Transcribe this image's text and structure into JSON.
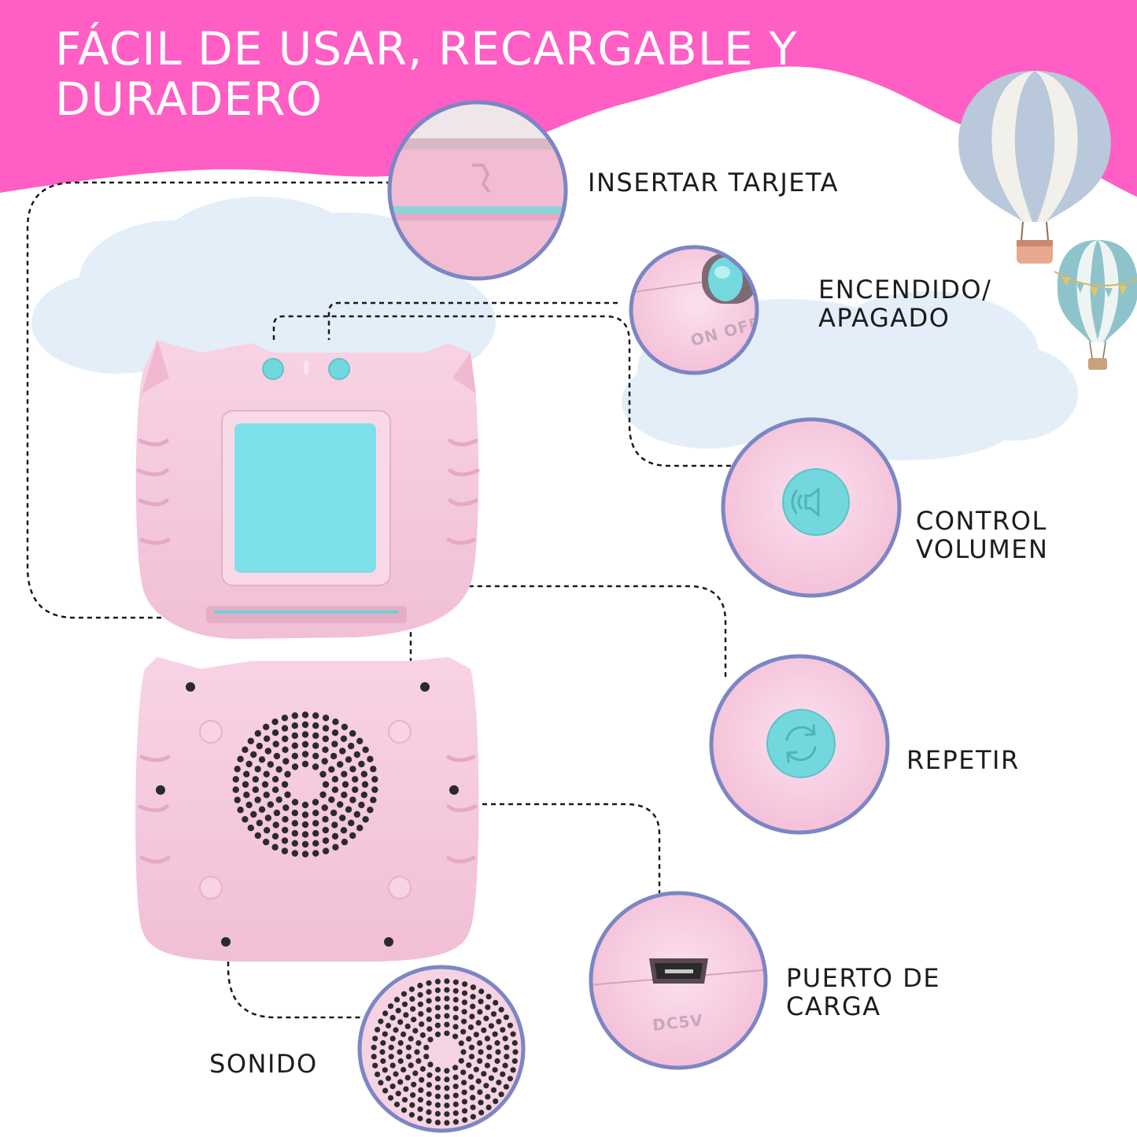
{
  "header": {
    "title_line1": "FÁCIL DE USAR, RECARGABLE Y",
    "title_line2": "DURADERO"
  },
  "labels": {
    "insert_card": "INSERTAR TARJETA",
    "power_line1": "ENCENDIDO/",
    "power_line2": "APAGADO",
    "volume_line1": "CONTROL",
    "volume_line2": "VOLUMEN",
    "repeat": "REPETIR",
    "charge_line1": "PUERTO DE",
    "charge_line2": "CARGA",
    "sound": "SONIDO"
  },
  "device_print": {
    "switch_text": "ON OFF",
    "port_text": "DC5V"
  },
  "colors": {
    "banner": "#ff5ec4",
    "device_pink": "#f6c9dc",
    "screen": "#7ee0ea",
    "button": "#72d8de",
    "ring": "#7c86c4",
    "label_text": "#1c1c1c"
  }
}
